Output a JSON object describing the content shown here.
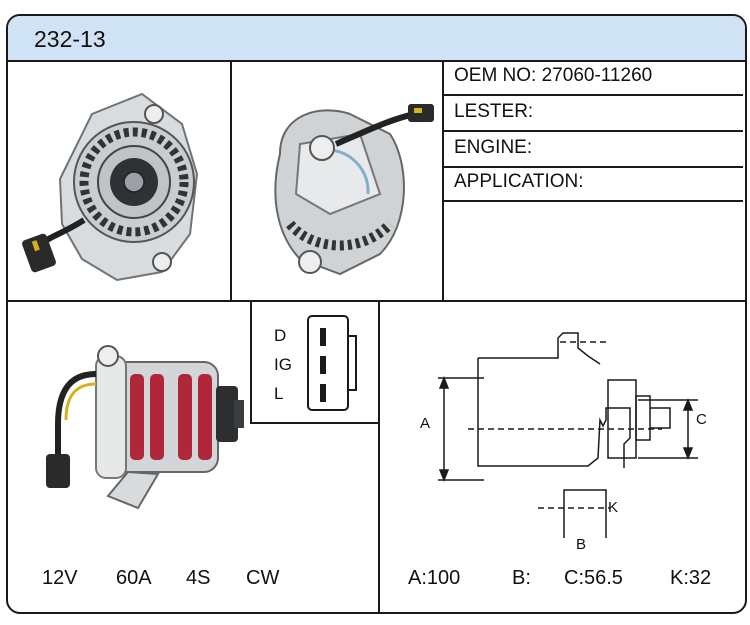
{
  "header": {
    "title": "232-13"
  },
  "specs": {
    "oem": "OEM NO: 27060-11260",
    "lester": "LESTER:",
    "engine": "ENGINE:",
    "application": "APPLICATION:"
  },
  "connector": {
    "pins": [
      "D",
      "IG",
      "L"
    ]
  },
  "electrical": {
    "voltage": "12V",
    "amperage": "60A",
    "grooves": "4S",
    "rotation": "CW"
  },
  "dimensions": {
    "label_a": "A",
    "label_b": "B",
    "label_c": "C",
    "label_k": "K",
    "a": "A:100",
    "b": "B:",
    "c": "C:56.5",
    "k": "K:32"
  },
  "colors": {
    "header_bg": "#cfe3f5",
    "border": "#1a1a1a",
    "wire": "#222222",
    "winding": "#b0263a"
  }
}
